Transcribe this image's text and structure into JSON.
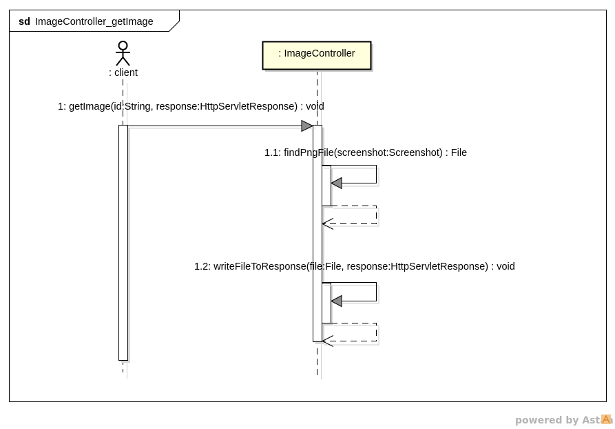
{
  "frame": {
    "keyword": "sd",
    "name": "ImageController_getImage"
  },
  "lifelines": {
    "client": {
      "label": ": client",
      "kind": "actor"
    },
    "controller": {
      "label": ": ImageController",
      "kind": "object",
      "fill": "#ffffdd"
    }
  },
  "messages": [
    {
      "label": "1: getImage(id:String, response:HttpServletResponse) : void",
      "type": "sync-call"
    },
    {
      "label": "1.1: findPngFile(screenshot:Screenshot) : File",
      "type": "self-call"
    },
    {
      "label": "1.2: writeFileToResponse(file:File, response:HttpServletResponse) : void",
      "type": "self-call"
    }
  ],
  "watermark": {
    "text": "powered by Astah"
  }
}
